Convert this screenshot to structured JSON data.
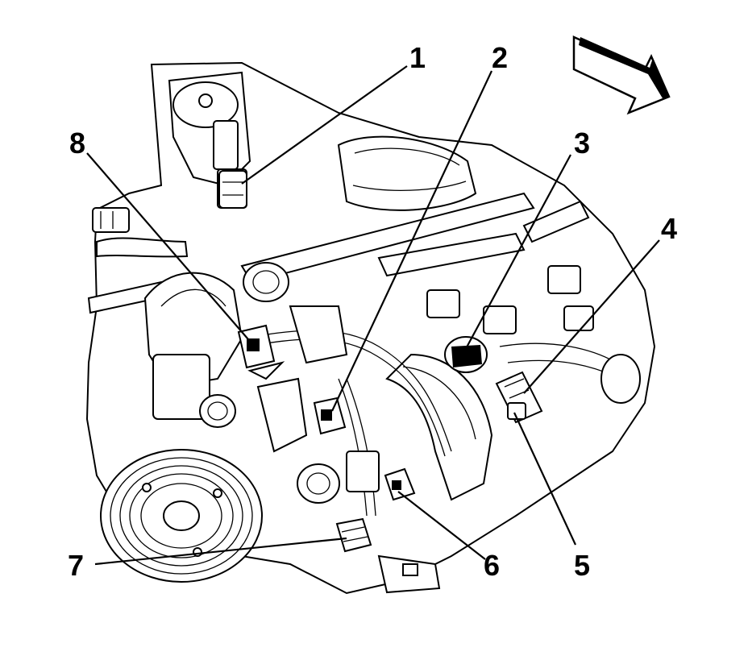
{
  "callouts": [
    {
      "id": 1,
      "label": "1"
    },
    {
      "id": 2,
      "label": "2"
    },
    {
      "id": 3,
      "label": "3"
    },
    {
      "id": 4,
      "label": "4"
    },
    {
      "id": 5,
      "label": "5"
    },
    {
      "id": 6,
      "label": "6"
    },
    {
      "id": 7,
      "label": "7"
    },
    {
      "id": 8,
      "label": "8"
    }
  ],
  "orientation_arrow": {
    "icon": "direction-arrow-icon"
  }
}
